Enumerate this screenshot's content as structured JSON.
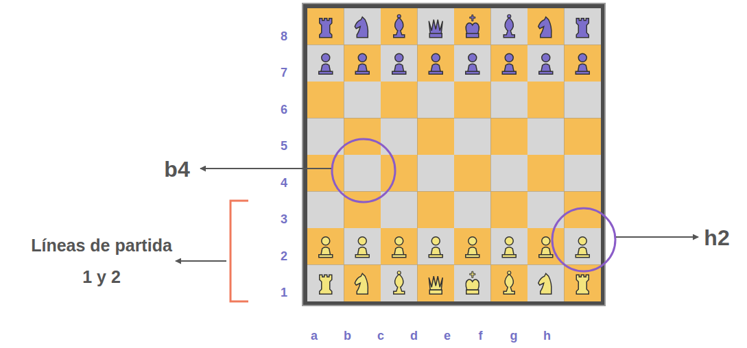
{
  "diagram": {
    "labels": [
      "8",
      "7",
      "6",
      "5",
      "4",
      "3",
      "2",
      "1",
      "b4",
      "h2",
      "Líneas de partida 1 y 2",
      "a",
      "b",
      "c",
      "d",
      "e",
      "f",
      "g",
      "h"
    ]
  }
}
